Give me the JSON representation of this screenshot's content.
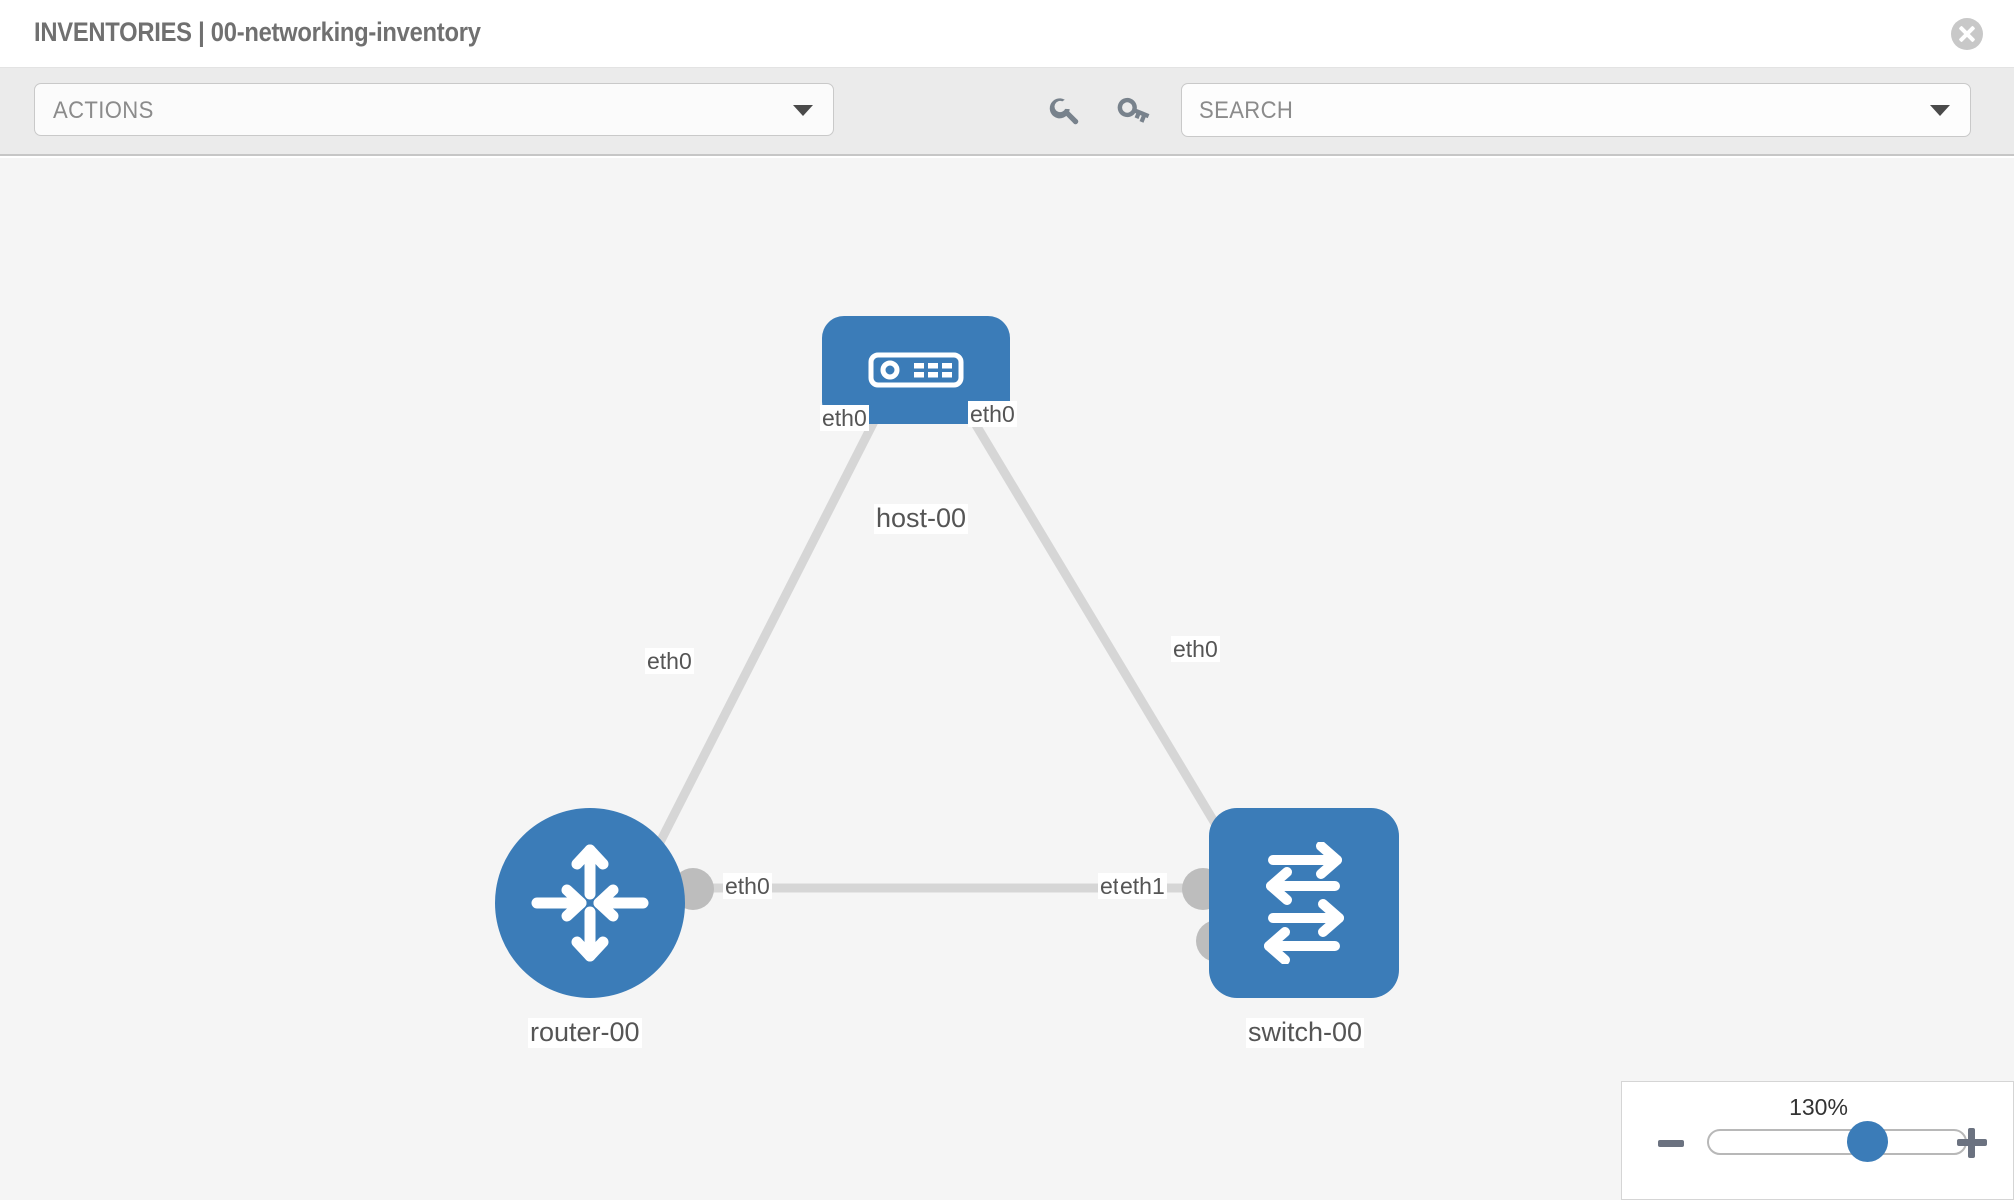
{
  "header": {
    "title": "INVENTORIES | 00-networking-inventory",
    "close_icon": "close-circle-icon"
  },
  "toolbar": {
    "actions_label": "ACTIONS",
    "actions_caret": "chevron-down-icon",
    "wrench_icon": "wrench-icon",
    "key_icon": "key-icon",
    "search_placeholder": "SEARCH",
    "search_caret": "chevron-down-icon"
  },
  "topology": {
    "nodes": [
      {
        "id": "host-00",
        "label": "host-00",
        "type": "host",
        "icon": "server-appliance-icon",
        "color": "#3b7cb8"
      },
      {
        "id": "router-00",
        "label": "router-00",
        "type": "router",
        "icon": "router-arrows-icon",
        "color": "#3b7cb8"
      },
      {
        "id": "switch-00",
        "label": "switch-00",
        "type": "switch",
        "icon": "switch-arrows-icon",
        "color": "#3b7cb8"
      }
    ],
    "links": [
      {
        "from": "host-00",
        "from_if": "eth0",
        "to": "router-00",
        "to_if": "eth0"
      },
      {
        "from": "host-00",
        "from_if": "eth0",
        "to": "switch-00",
        "to_if": "eth0"
      },
      {
        "from": "router-00",
        "from_if": "eth0",
        "to": "switch-00",
        "to_if": "eth1"
      }
    ],
    "interface_labels": {
      "host_left": "eth0",
      "host_right": "eth0",
      "router_up": "eth0",
      "switch_up": "eth0",
      "router_right": "eth0",
      "switch_left_a": "eth0",
      "switch_left_b": "eth1"
    },
    "link_color": "#d6d6d6",
    "endpoint_color": "#bdbdbd"
  },
  "zoom": {
    "value_label": "130%",
    "minus_icon": "minus-icon",
    "plus_icon": "plus-icon",
    "slider_percent": 60
  }
}
